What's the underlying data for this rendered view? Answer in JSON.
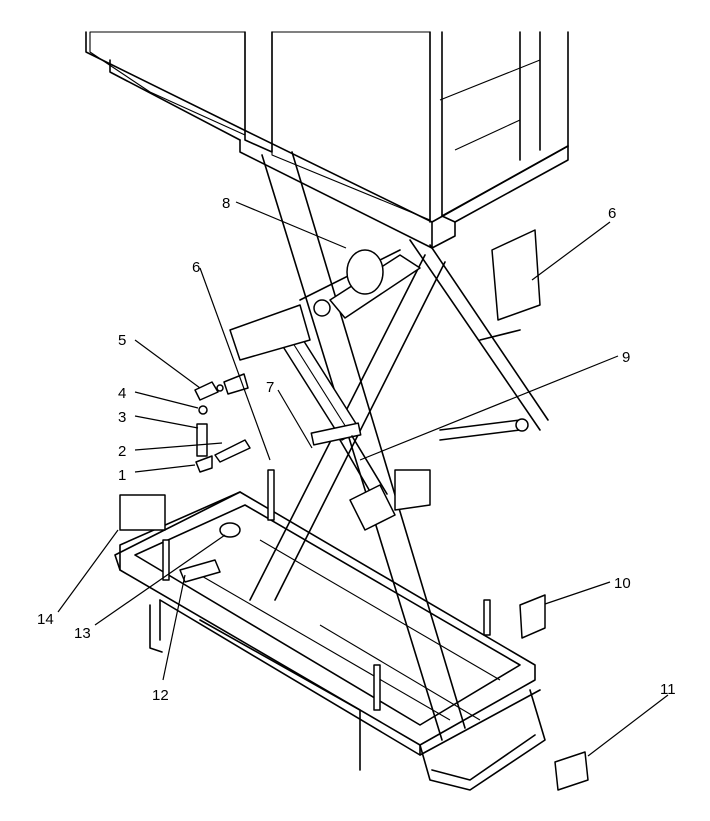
{
  "diagram": {
    "callouts": [
      {
        "id": "c1",
        "text": "1"
      },
      {
        "id": "c2",
        "text": "2"
      },
      {
        "id": "c3",
        "text": "3"
      },
      {
        "id": "c4",
        "text": "4"
      },
      {
        "id": "c5",
        "text": "5"
      },
      {
        "id": "c6a",
        "text": "6"
      },
      {
        "id": "c6b",
        "text": "6"
      },
      {
        "id": "c7",
        "text": "7"
      },
      {
        "id": "c8",
        "text": "8"
      },
      {
        "id": "c9",
        "text": "9"
      },
      {
        "id": "c10",
        "text": "10"
      },
      {
        "id": "c11",
        "text": "11"
      },
      {
        "id": "c12",
        "text": "12"
      },
      {
        "id": "c13",
        "text": "13"
      },
      {
        "id": "c14",
        "text": "14"
      }
    ]
  }
}
